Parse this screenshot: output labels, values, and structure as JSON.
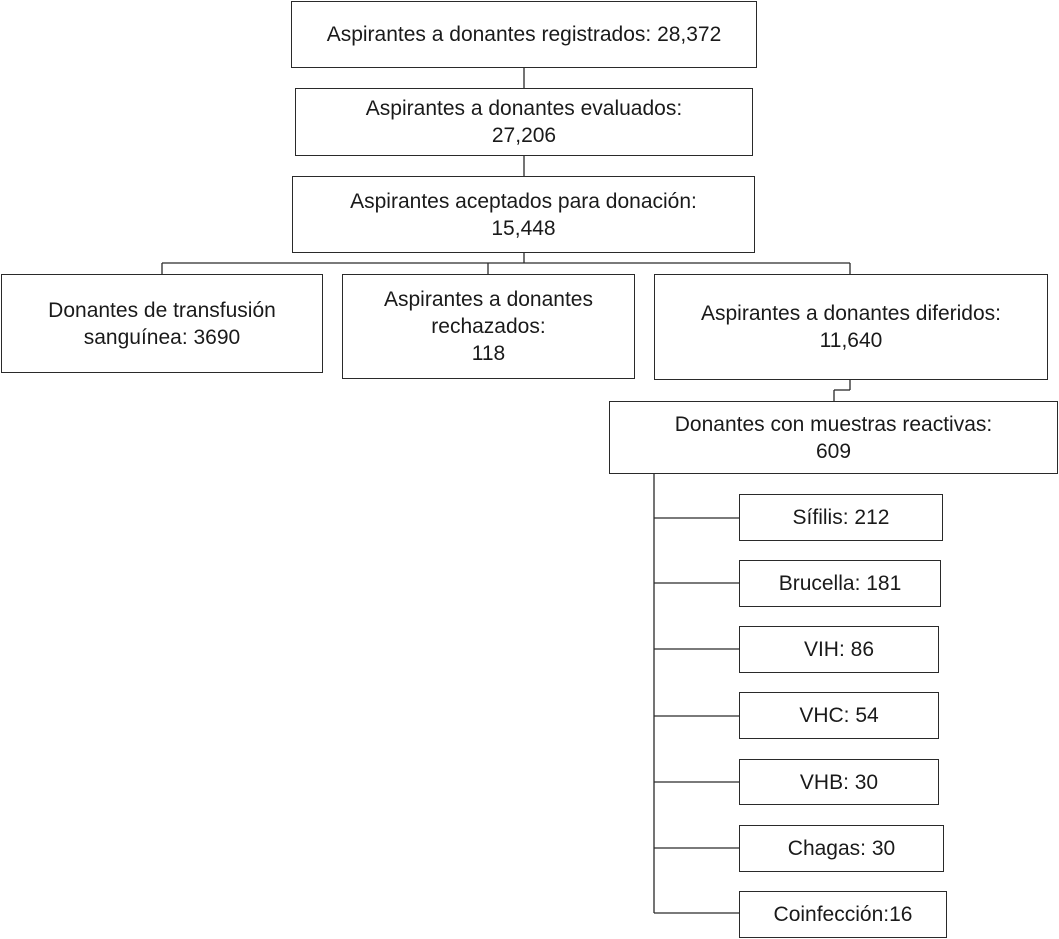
{
  "flowchart": {
    "registered": "Aspirantes a donantes registrados: 28,372",
    "evaluated": "Aspirantes a donantes evaluados:\n27,206",
    "accepted": "Aspirantes aceptados para donación:\n15,448",
    "transfusion_donors": "Donantes de transfusión\nsanguínea: 3690",
    "rejected": "Aspirantes a donantes\nrechazados:\n118",
    "deferred": "Aspirantes a donantes diferidos:\n11,640",
    "reactive": "Donantes con muestras reactivas:\n609",
    "results": [
      {
        "label": "Sífilis: 212"
      },
      {
        "label": "Brucella: 181"
      },
      {
        "label": "VIH: 86"
      },
      {
        "label": "VHC: 54"
      },
      {
        "label": "VHB: 30"
      },
      {
        "label": "Chagas: 30"
      },
      {
        "label": "Coinfección:16"
      }
    ]
  }
}
